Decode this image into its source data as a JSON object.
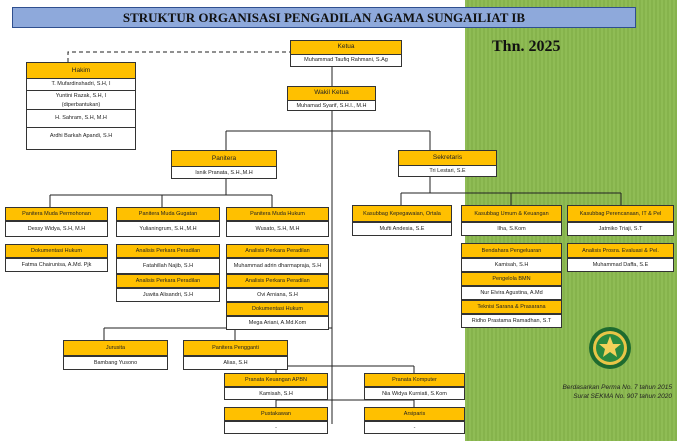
{
  "title": "STRUKTUR ORGANISASI PENGADILAN AGAMA SUNGAILIAT IB",
  "year": "Thn. 2025",
  "ketua": {
    "title": "Ketua",
    "name": "Muhammad Taufiq Rahmani, S.Ag"
  },
  "wakil": {
    "title": "Wakil Ketua",
    "name": "Muhamad Syarif, S.H.I., M.H"
  },
  "hakim": {
    "title": "Hakim",
    "members": [
      "T. Mufardinshadri, S.H, I",
      "Yuntini Razak, S.H, I",
      "(diperbantukan)",
      "H. Sahram, S.H, M.H",
      "Ardhi Barkah Apandi, S.H"
    ]
  },
  "panitera": {
    "title": "Panitera",
    "name": "Isnik Pranata, S.H.,M.H"
  },
  "sekretaris": {
    "title": "Sekretaris",
    "name": "Tri Lestari, S.E"
  },
  "pm_permohonan": {
    "title": "Panitera Muda Permohonan",
    "name": "Dessy Widya, S.H, M.H",
    "sub_title": "Dokumentasi Hukum",
    "sub_name": "Fatma Chairunisa, A.Md. Pjk"
  },
  "pm_gugatan": {
    "title": "Panitera Muda Gugatan",
    "name": "Yulianingrum, S.H.,M.H",
    "items": [
      {
        "title": "Analisis Perkara Peradilan",
        "name": "Fatahillah Najib, S.H"
      },
      {
        "title": "Analisis Perkara Peradilan",
        "name": "Juwita Alisandri, S.H"
      }
    ]
  },
  "pm_hukum": {
    "title": "Panitera Muda Hukum",
    "name": "Wusato, S.H, M.H",
    "items": [
      {
        "title": "Analisis Perkara Peradilan",
        "name": "Muhammad adrin dharmapraja, S.H"
      },
      {
        "title": "Analisis Perkara Peradilan",
        "name": "Ovi Arniana, S.H"
      },
      {
        "title": "Dokumentasi Hukum",
        "name": "Mega Ariani, A.Md.Kom"
      }
    ]
  },
  "jurusita": {
    "title": "Jurusita",
    "name": "Bambang Yusono"
  },
  "panitera_pengganti": {
    "title": "Panitera Pengganti",
    "name": "Alias, S.H"
  },
  "kasubbag_kepegawaian": {
    "title": "Kasubbag Kepegawaian, Ortala",
    "name": "Mufti Andesia, S.E"
  },
  "kasubbag_umum": {
    "title": "Kasubbag Umum & Keuangan",
    "name": "Ilha, S.Kom",
    "items": [
      {
        "title": "Bendahara Pengeluaran",
        "name": "Kamisah, S.H"
      },
      {
        "title": "Pengelola BMN",
        "name": "Nur Elvira Agustina, A.Md"
      },
      {
        "title": "Teknisi Sarana & Prasarana",
        "name": "Ridho Prastama Ramadhan, S.T"
      }
    ]
  },
  "kasubbag_perencanaan": {
    "title": "Kasubbag Perencanaan, IT & Pel",
    "name": "Jatmiko Triaji, S.T",
    "items": [
      {
        "title": "Analisis Prosra. Evaluasi & Pel.",
        "name": "Muhammad Daffa, S.E"
      }
    ]
  },
  "pranata_keuangan": {
    "title": "Pranata Keuangan APBN",
    "name": "Kamisah, S.H"
  },
  "pranata_komputer": {
    "title": "Pranata Komputer",
    "name": "Nia Widya Kurniati, S.Kom"
  },
  "pustakawan": {
    "title": "Pustakawan",
    "name": "-"
  },
  "arsiparis": {
    "title": "Arsiparis",
    "name": "-"
  },
  "note": [
    "Berdasarkan Perma No. 7 tahun 2015",
    "Surat SEKMA No. 907 tahun 2020"
  ]
}
